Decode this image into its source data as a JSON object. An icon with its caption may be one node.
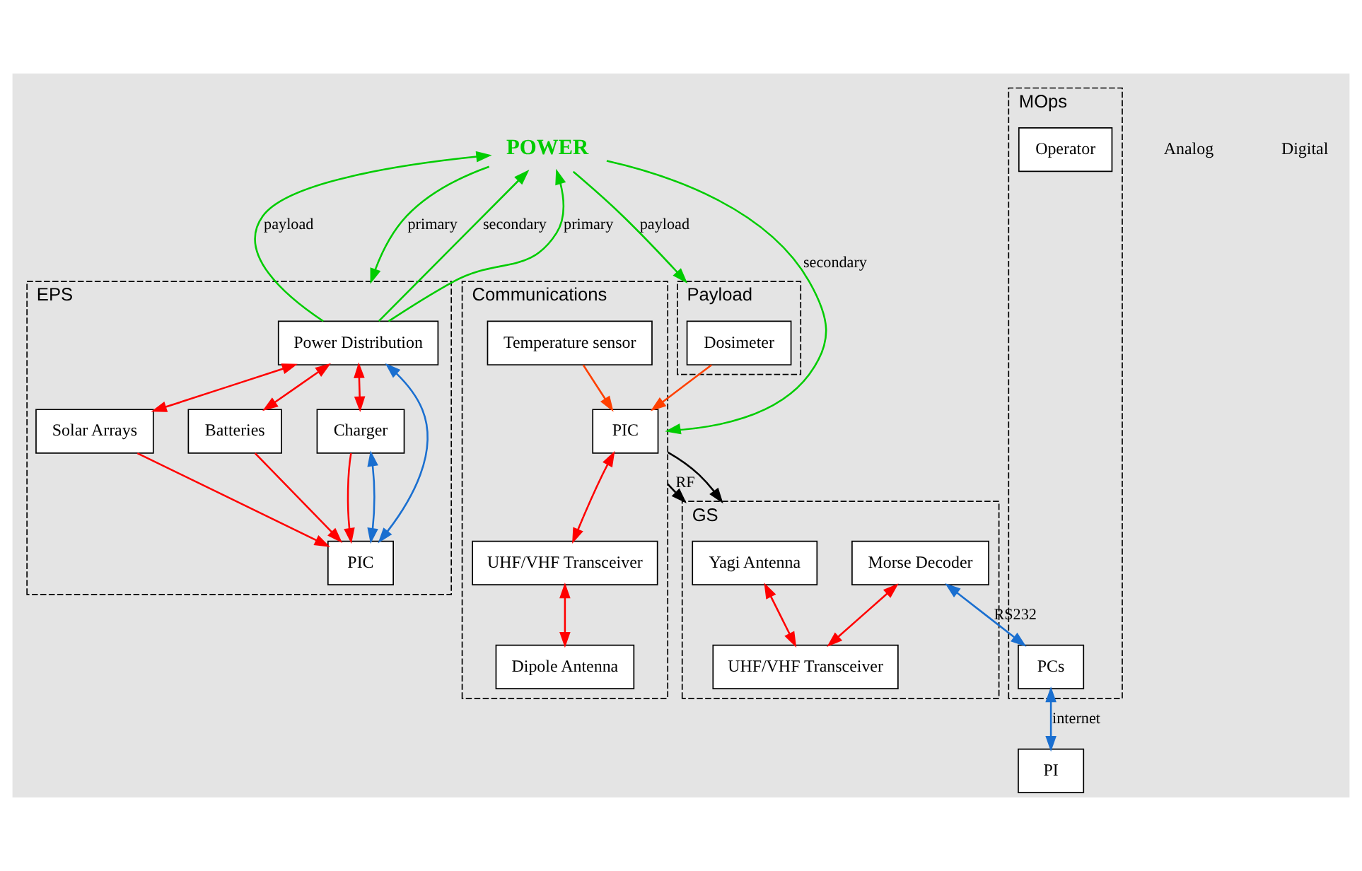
{
  "diagram": {
    "nodes": [
      {
        "text": [
          "POWER"
        ]
      },
      {
        "text": [
          "Communications"
        ]
      },
      {
        "text": [
          "PIC"
        ],
        "in": 1
      },
      {
        "text": [
          "UHF/VHF Transceiver"
        ],
        "in": 1
      },
      {
        "text": [
          "Dipole Antenna"
        ],
        "in": 1
      },
      {
        "text": [
          "Temperature sensor"
        ],
        "in": 1
      },
      {
        "text": [
          "Payload"
        ]
      },
      {
        "text": [
          "Dosimeter"
        ],
        "in": 6
      },
      {
        "text": [
          "GS"
        ]
      },
      {
        "text": [
          "Yagi Antenna"
        ],
        "in": 8
      },
      {
        "text": [
          "Morse Decoder"
        ],
        "in": 8
      },
      {
        "text": [
          "UHF/VHF Transceiver"
        ],
        "in": 8
      },
      {
        "text": [
          "EPS"
        ]
      },
      {
        "text": [
          "Power Distribution"
        ],
        "in": 12
      },
      {
        "text": [
          "Solar Arrays"
        ],
        "in": 12
      },
      {
        "text": [
          "Batteries"
        ],
        "in": 12
      },
      {
        "text": [
          "Charger"
        ],
        "in": 12
      },
      {
        "text": [
          "PIC"
        ],
        "in": 12
      },
      {
        "text": [
          "MOps"
        ]
      },
      {
        "text": [
          "PCs"
        ],
        "in": 18
      },
      {
        "text": [
          "Operator"
        ],
        "in": 18
      },
      {
        "text": [
          "PI"
        ]
      }
    ],
    "edges": [
      {
        "from": 13,
        "to": 0,
        "arrow": "to",
        "label": "secondary",
        "color": "#00cc00"
      },
      {
        "from": 13,
        "to": 0,
        "arrow": "to",
        "label": "primary",
        "color": "#00cc00"
      },
      {
        "from": 13,
        "to": 0,
        "arrow": "to",
        "label": "payload",
        "color": "#00cc00"
      },
      {
        "from": 0,
        "to": 6,
        "arrow": "to",
        "label": "payload",
        "color": "#00cc00"
      },
      {
        "from": 0,
        "to": 1,
        "arrow": "to",
        "label": "secondary",
        "color": "#00cc00"
      },
      {
        "from": 0,
        "to": 12,
        "arrow": "to",
        "label": "primary",
        "color": "#00cc00"
      },
      {
        "from": 2,
        "to": 3,
        "arrow": "both"
      },
      {
        "from": 3,
        "to": 4,
        "arrow": "both"
      },
      {
        "from": 7,
        "to": 2,
        "arrow": "to",
        "color": "#ff4000"
      },
      {
        "from": 5,
        "to": 2,
        "arrow": "to",
        "color": "#ff4000"
      },
      {
        "from": 1,
        "to": 8,
        "arrow": "to",
        "label": "RF",
        "color": "#000000"
      },
      {
        "from": 1,
        "to": 8,
        "arrow": "to",
        "color": "#000000"
      },
      {
        "from": 9,
        "to": 11,
        "arrow": "both"
      },
      {
        "from": 10,
        "to": 11,
        "arrow": "both"
      },
      {
        "from": 10,
        "to": 19,
        "arrow": "both",
        "label": "RS232",
        "color": "#1a6fd0"
      },
      {
        "from": 19,
        "to": 21,
        "arrow": "both",
        "label": "internet",
        "color": "#1a6fd0"
      },
      {
        "from": 17,
        "to": 13,
        "arrow": "both",
        "color": "#1a6fd0"
      },
      {
        "from": 17,
        "to": 16,
        "arrow": "both",
        "color": "#1a6fd0"
      },
      {
        "from": 13,
        "to": 14,
        "arrow": "both"
      },
      {
        "from": 13,
        "to": 15,
        "arrow": "both"
      },
      {
        "from": 13,
        "to": 16,
        "arrow": "both"
      },
      {
        "from": 14,
        "to": 17,
        "arrow": "to"
      },
      {
        "from": 15,
        "to": 17,
        "arrow": "to"
      },
      {
        "from": 16,
        "to": 17,
        "arrow": "to"
      }
    ],
    "legend": [
      {
        "text": "Analog"
      },
      {
        "text": "Digital"
      }
    ]
  }
}
